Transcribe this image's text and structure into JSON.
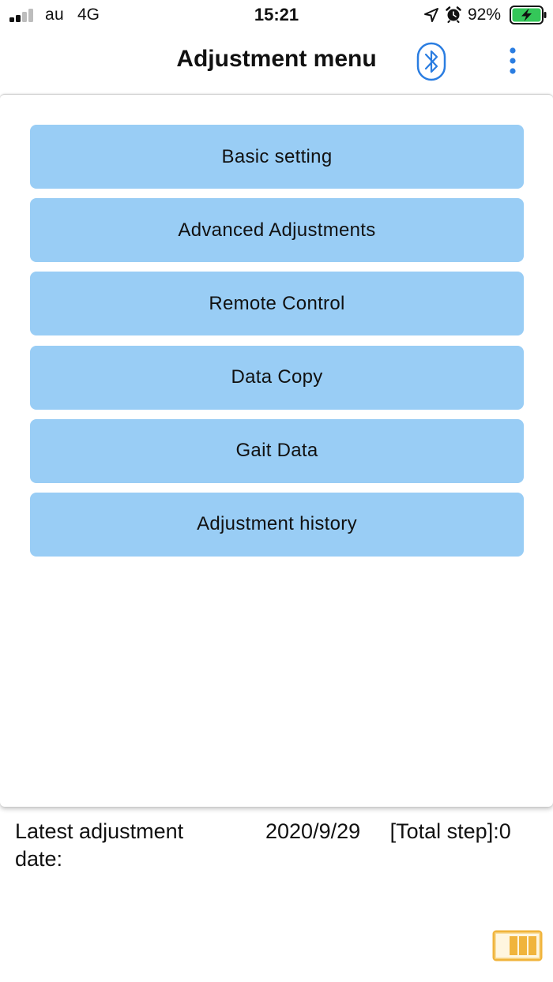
{
  "status_bar": {
    "carrier": "au",
    "network": "4G",
    "time": "15:21",
    "battery_percent": "92%",
    "icons": [
      "signal-icon",
      "location-icon",
      "alarm-icon",
      "battery-charging-icon"
    ]
  },
  "nav": {
    "title": "Adjustment menu",
    "bluetooth_icon": "bluetooth-icon",
    "more_icon": "more-vertical-icon"
  },
  "menu": {
    "items": [
      {
        "label": "Basic setting"
      },
      {
        "label": "Advanced Adjustments"
      },
      {
        "label": "Remote Control"
      },
      {
        "label": "Data Copy"
      },
      {
        "label": "Gait Data"
      },
      {
        "label": "Adjustment history"
      }
    ]
  },
  "footer": {
    "latest_label": "Latest adjustment date:",
    "latest_value": "2020/9/29     [Total step]:0"
  },
  "bottom_button_icon": "battery-level-icon",
  "colors": {
    "button_fill": "#99cdf5",
    "accent_blue": "#2a7de1",
    "battery_green": "#34c759",
    "battery_outline_orange": "#f0b43c"
  }
}
